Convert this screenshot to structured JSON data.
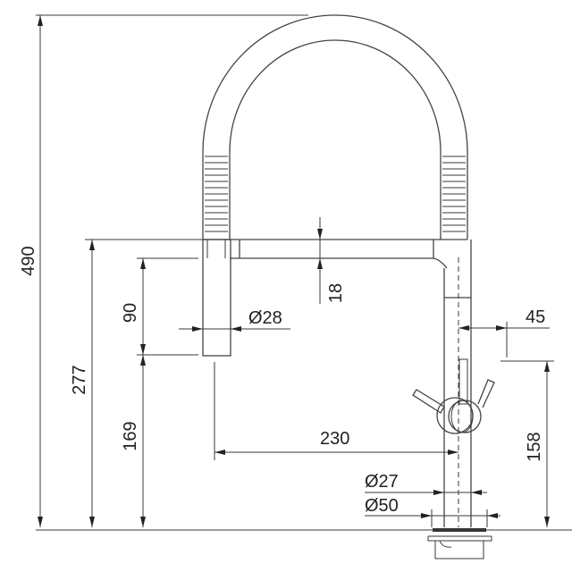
{
  "title": "Faucet technical drawing",
  "dimensions": {
    "total_height": "490",
    "spout_height": "277",
    "head_length": "90",
    "head_clearance": "169",
    "spout_thickness": "18",
    "head_diameter": "Ø28",
    "reach": "230",
    "body_diameter": "Ø27",
    "base_diameter": "Ø50",
    "handle_offset": "45",
    "handle_height": "158"
  },
  "colors": {
    "line": "#3a3a3a",
    "background": "#ffffff"
  }
}
